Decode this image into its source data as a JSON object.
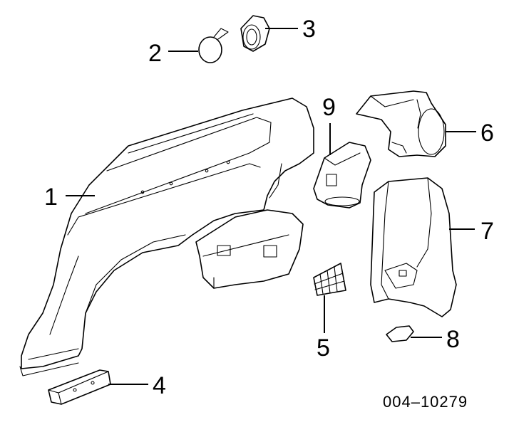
{
  "callouts": {
    "c1": "1",
    "c2": "2",
    "c3": "3",
    "c4": "4",
    "c5": "5",
    "c6": "6",
    "c7": "7",
    "c8": "8",
    "c9": "9"
  },
  "reference_number": "004–10279"
}
